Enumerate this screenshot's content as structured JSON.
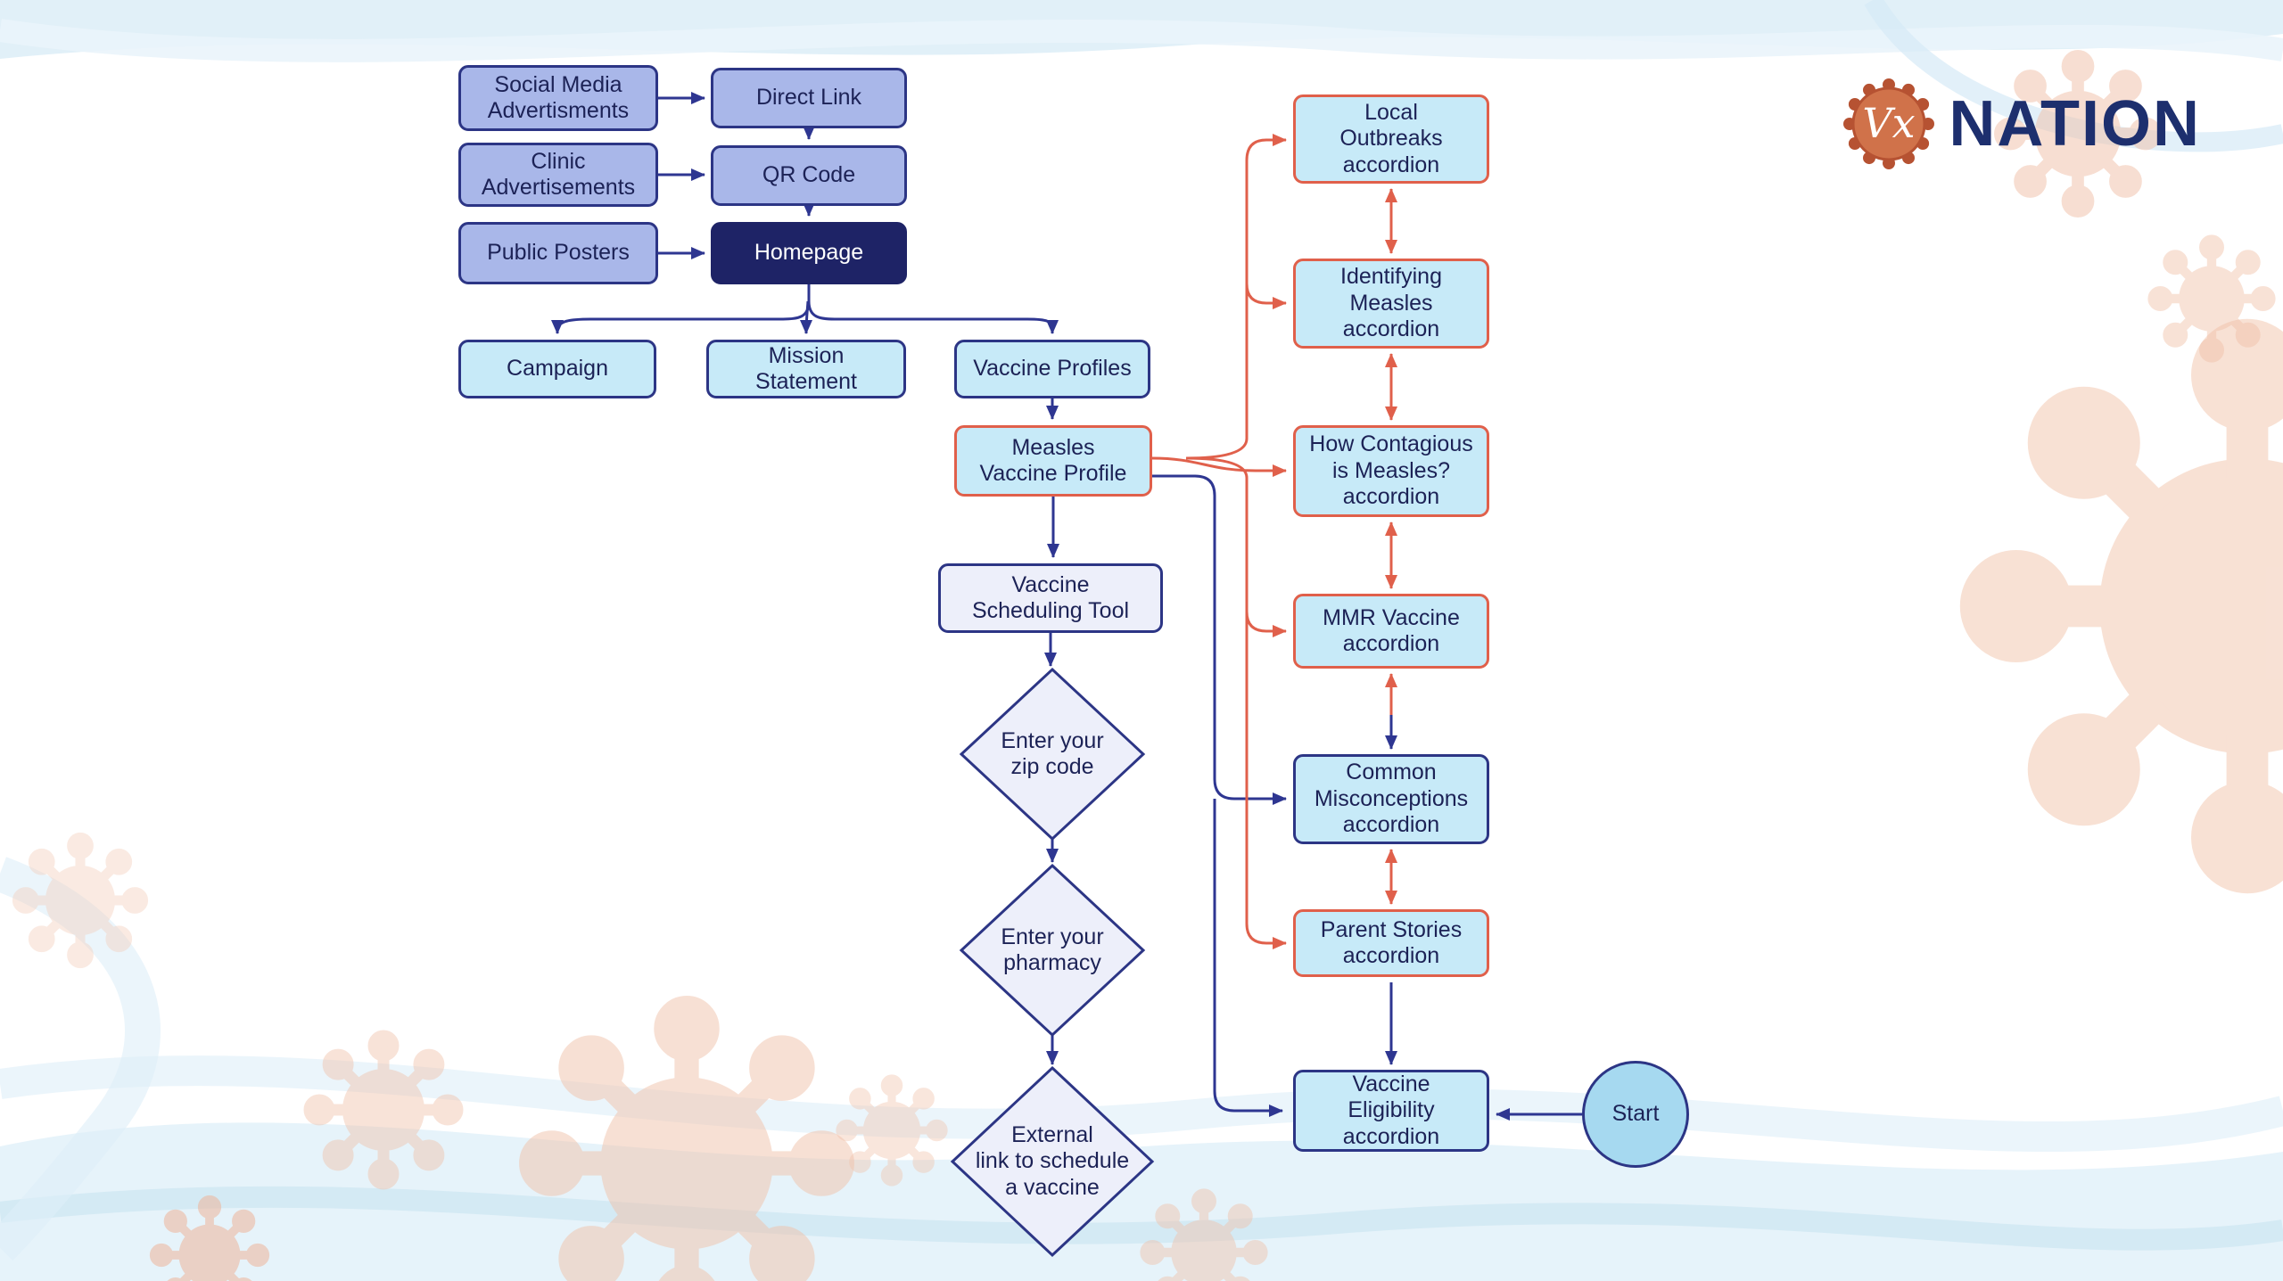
{
  "logo": {
    "vx": "Vx",
    "name": "NATION"
  },
  "colors": {
    "navy_border": "#2c3585",
    "navy_arrow": "#2e3691",
    "red_accent": "#e0604b",
    "periwinkle_fill": "#a9b7e9",
    "cyan_fill": "#c7eaf8",
    "dark_navy_fill": "#1e2366",
    "lavender_fill": "#edeffa",
    "start_fill": "#a6d9f0",
    "brand_orange": "#d0724a",
    "brand_text": "#1d2f6e",
    "wave_blue": "#dcedf7",
    "virus_salmon": "#f1c2aa"
  },
  "nodes": {
    "social_media": {
      "label": "Social Media\nAdvertisments"
    },
    "direct_link": {
      "label": "Direct Link"
    },
    "clinic_ads": {
      "label": "Clinic\nAdvertisements"
    },
    "qr_code": {
      "label": "QR Code"
    },
    "public_posters": {
      "label": "Public Posters"
    },
    "homepage": {
      "label": "Homepage"
    },
    "campaign": {
      "label": "Campaign"
    },
    "mission": {
      "label": "Mission\nStatement"
    },
    "vaccine_profiles": {
      "label": "Vaccine Profiles"
    },
    "measles_profile": {
      "label": "Measles\nVaccine Profile"
    },
    "scheduling_tool": {
      "label": "Vaccine\nScheduling Tool"
    },
    "zip": {
      "label": "Enter your\nzip code"
    },
    "pharmacy": {
      "label": "Enter your\npharmacy"
    },
    "external_link": {
      "label": "External\nlink to schedule\na vaccine"
    },
    "acc_local_outbreaks": {
      "label": "Local\nOutbreaks\naccordion"
    },
    "acc_identifying": {
      "label": "Identifying\nMeasles\naccordion"
    },
    "acc_contagious": {
      "label": "How Contagious\nis Measles?\naccordion"
    },
    "acc_mmr": {
      "label": "MMR Vaccine\naccordion"
    },
    "acc_misconceptions": {
      "label": "Common\nMisconceptions\naccordion"
    },
    "acc_parent_stories": {
      "label": "Parent Stories\naccordion"
    },
    "acc_eligibility": {
      "label": "Vaccine\nEligibility\naccordion"
    },
    "start": {
      "label": "Start"
    }
  }
}
